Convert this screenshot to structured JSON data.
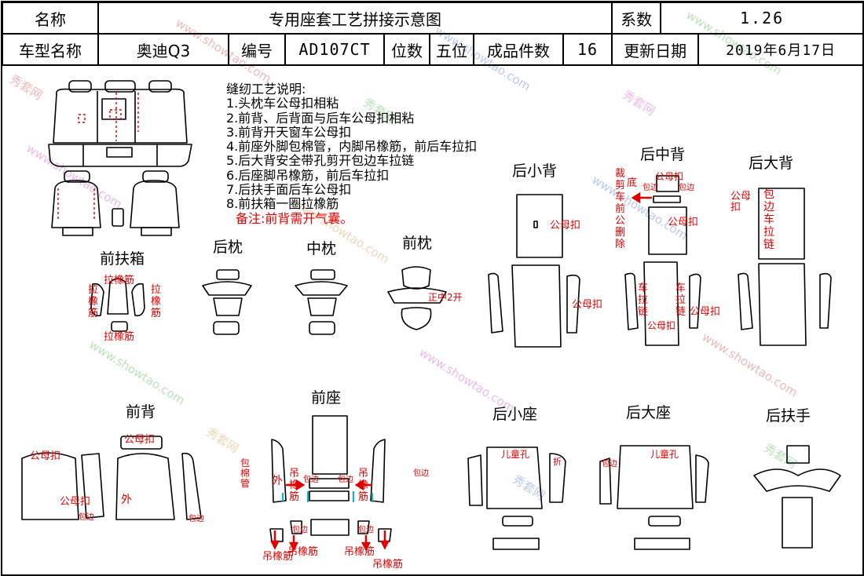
{
  "header": {
    "row1": {
      "name_label": "名称",
      "title": "专用座套工艺拼接示意图",
      "coef_label": "系数",
      "coef_value": "1.26"
    },
    "row2": {
      "model_label": "车型名称",
      "model_value": "奥迪Q3",
      "code_label": "编号",
      "code_value": "AD107CT",
      "seats_label": "位数",
      "seats_value": "五位",
      "pieces_label": "成品件数",
      "pieces_value": "16",
      "date_label": "更新日期",
      "date_value": "2019年6月17日"
    }
  },
  "notes": {
    "title": "缝纫工艺说明:",
    "items": [
      "1.头枕车公母扣相粘",
      "2.前背、后背面与后车公母扣相粘",
      "3.前背开天窗车公母扣",
      "4.前座外脚包棉管，内脚吊橡筋，前后车拉扣",
      "5.后大背安全带孔剪开包边车拉链",
      "6.后座脚吊橡筋，前后车拉扣",
      "7.后扶手面后车公母扣",
      "8.前扶箱一圈拉橡筋"
    ],
    "remark": "备注:前背需开气囊。"
  },
  "sections": {
    "front_armrest_box": "前扶箱",
    "rear_headrest": "后枕",
    "middle_headrest": "中枕",
    "front_headrest": "前枕",
    "rear_small_back": "后小背",
    "rear_middle_back": "后中背",
    "rear_large_back": "后大背",
    "front_back": "前背",
    "front_seat": "前座",
    "rear_small_seat": "后小座",
    "rear_large_seat": "后大座",
    "rear_armrest": "后扶手"
  },
  "annotations": {
    "elastic": "拉橡筋",
    "elastic_v": "拉橡筋",
    "hook_loop": "公母扣",
    "front_open_2": "正中2开",
    "cut_note": "裁剪车前公删除",
    "base": "底",
    "binding": "包边",
    "zip_binding": "包边车拉链",
    "zip": "车拉链",
    "outer": "外",
    "hang_elastic": "吊橡筋",
    "child_hole": "儿童孔",
    "fold": "折",
    "foam_tube": "包棉管"
  },
  "watermark": {
    "site": "www.showtao.com",
    "brand": "秀套网"
  },
  "colors": {
    "annotation_red": "#e00000",
    "line": "#000000",
    "accent_cyan": "#00b8d0"
  }
}
